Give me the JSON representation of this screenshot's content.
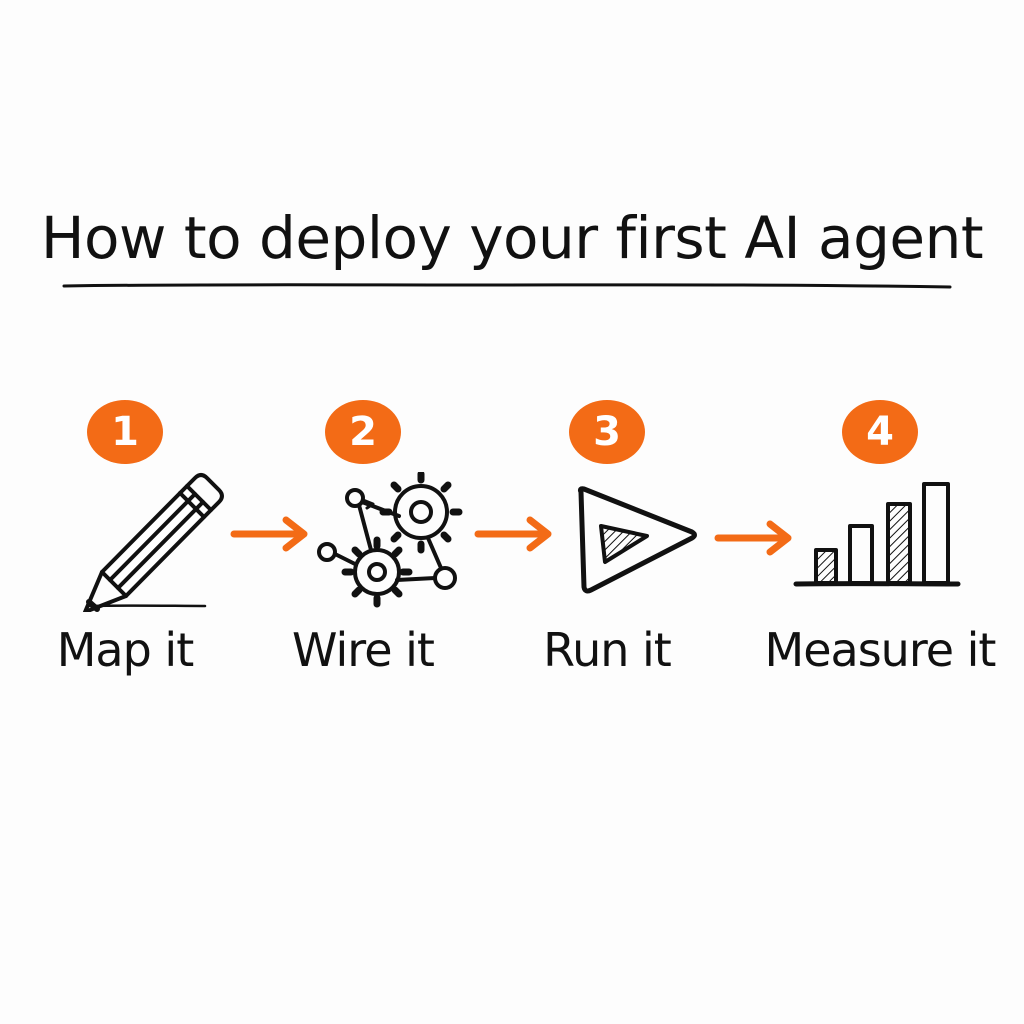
{
  "diagram": {
    "title": "How to deploy your first AI agent",
    "accent_color": "#f36b16",
    "ink_color": "#111111",
    "steps": [
      {
        "number": "1",
        "label": "Map it",
        "icon": "pencil-icon"
      },
      {
        "number": "2",
        "label": "Wire it",
        "icon": "gears-network-icon"
      },
      {
        "number": "3",
        "label": "Run it",
        "icon": "play-triangle-icon"
      },
      {
        "number": "4",
        "label": "Measure it",
        "icon": "bar-chart-icon"
      }
    ]
  }
}
